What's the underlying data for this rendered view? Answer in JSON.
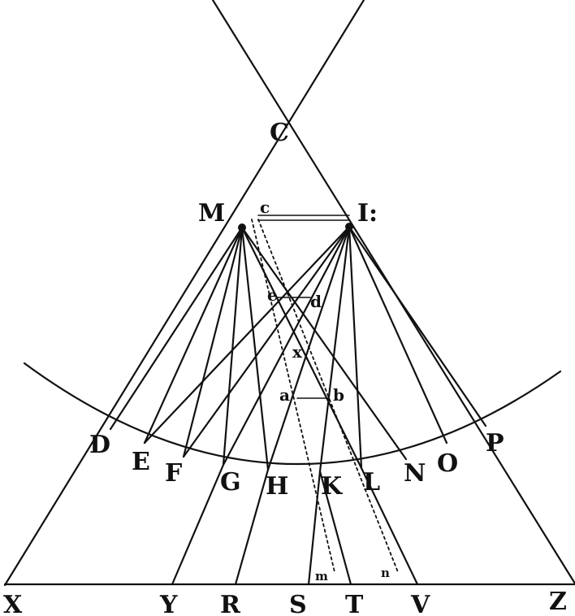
{
  "labels": {
    "C": "C",
    "M": "M",
    "c": "c",
    "I": "I:",
    "e": "e",
    "d": "d",
    "x": "x",
    "a": "a",
    "b": "b",
    "D": "D",
    "E": "E",
    "F": "F",
    "G": "G",
    "H": "H",
    "K": "K",
    "L": "L",
    "N": "N",
    "O": "O",
    "P": "P",
    "X": "X",
    "Y": "Y",
    "R": "R",
    "S": "S",
    "T": "T",
    "V": "V",
    "Z": "Z",
    "m": "m",
    "n": "n"
  }
}
